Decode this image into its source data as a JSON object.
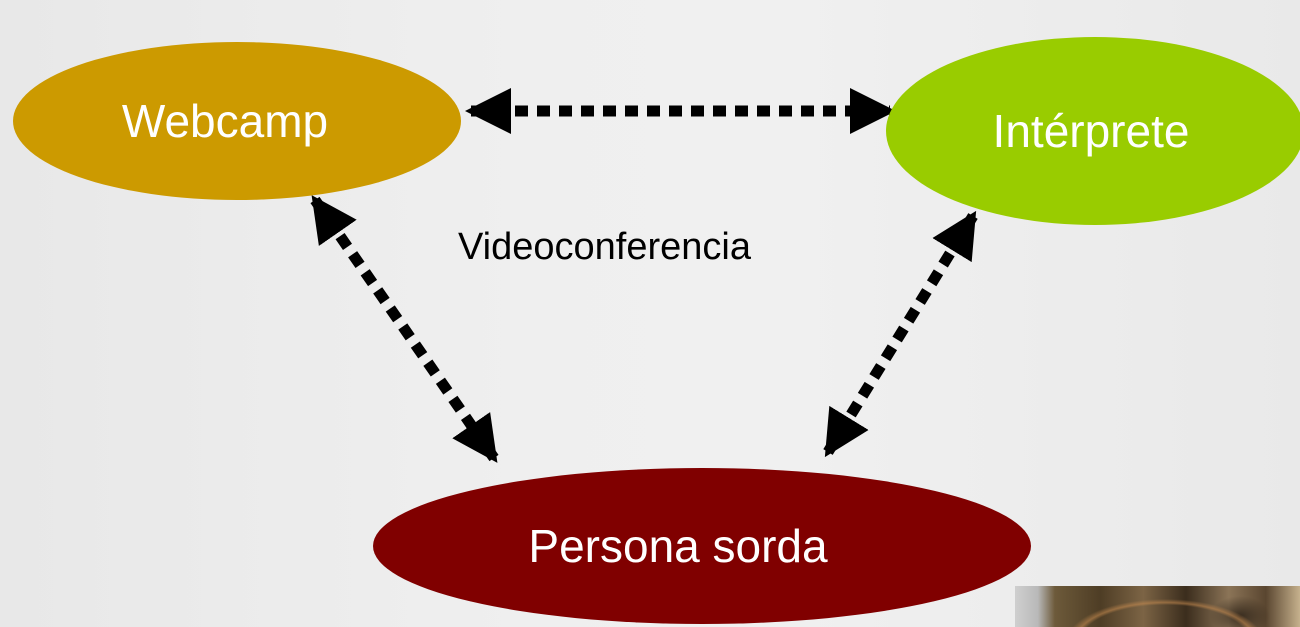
{
  "nodes": {
    "webcamp": {
      "label": "Webcamp",
      "color": "#cc9a00"
    },
    "interprete": {
      "label": "Intérprete",
      "color": "#99cc00"
    },
    "persona": {
      "label": "Persona sorda",
      "color": "#800000"
    }
  },
  "connection_label": "Videoconferencia",
  "connector_style": {
    "color": "#000000",
    "pattern": "dotted",
    "heads": "double-arrow"
  },
  "background": {
    "color": "#ececec"
  }
}
